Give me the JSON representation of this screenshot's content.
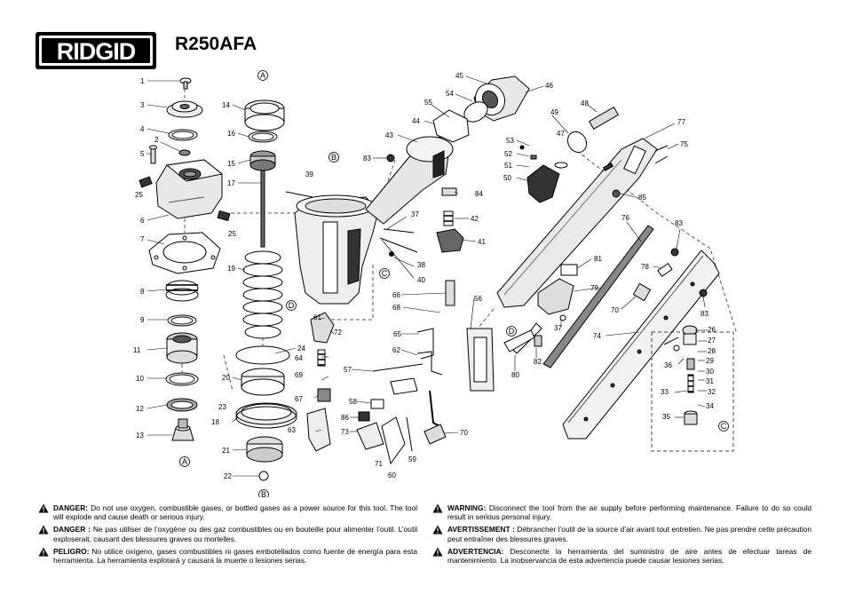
{
  "header": {
    "brand": "RIDGID",
    "model": "R250AFA"
  },
  "part_labels": {
    "p1": "1",
    "p2": "2",
    "p3": "3",
    "p4": "4",
    "p5": "5",
    "p6": "6",
    "p7": "7",
    "p8": "8",
    "p9": "9",
    "p10": "10",
    "p11": "11",
    "p12": "12",
    "p13": "13",
    "p14": "14",
    "p15": "15",
    "p16": "16",
    "p17": "17",
    "p18": "18",
    "p19": "19",
    "p20": "20",
    "p21": "21",
    "p22": "22",
    "p23": "23",
    "p24": "24",
    "p25a": "25",
    "p25b": "25",
    "p26": "26",
    "p27": "27",
    "p28": "28",
    "p29": "29",
    "p30": "30",
    "p31": "31",
    "p32": "32",
    "p33": "33",
    "p34": "34",
    "p35": "35",
    "p36": "36",
    "p37a": "37",
    "p37b": "37",
    "p38": "38",
    "p39": "39",
    "p40": "40",
    "p41": "41",
    "p42": "42",
    "p43": "43",
    "p44": "44",
    "p45": "45",
    "p46": "46",
    "p47": "47",
    "p48": "48",
    "p49": "49",
    "p50": "50",
    "p51": "51",
    "p52": "52",
    "p53": "53",
    "p54": "54",
    "p55": "55",
    "p56": "56",
    "p57": "57",
    "p58": "58",
    "p59": "59",
    "p60": "60",
    "p61": "61",
    "p62": "62",
    "p63": "63",
    "p64": "64",
    "p65": "65",
    "p66": "66",
    "p67": "67",
    "p68": "68",
    "p69": "69",
    "p70a": "70",
    "p70b": "70",
    "p71": "71",
    "p72": "72",
    "p73": "73",
    "p74": "74",
    "p75": "75",
    "p76": "76",
    "p77": "77",
    "p78": "78",
    "p79": "79",
    "p80": "80",
    "p81": "81",
    "p82": "82",
    "p83a": "83",
    "p83b": "83",
    "p83c": "83",
    "p84": "84",
    "p85": "85",
    "p86": "86"
  },
  "callouts": {
    "A_top": "A",
    "A_bottom": "A",
    "B_top": "B",
    "B_bottom": "B",
    "C_left": "C",
    "C_box": "C",
    "D_left": "D",
    "D_right": "D"
  },
  "warnings": {
    "left": [
      {
        "title": "DANGER:",
        "text": " Do not use oxygen, combustible gases, or bottled gases as a power source for this tool. The tool will explode and cause death or serious injury."
      },
      {
        "title": "DANGER :",
        "text": " Ne pas utiliser de l’oxygène ou des gaz combustibles ou en bouteille pour alimenter l’outil. L’outil exploserait, causant des blessures graves ou mortelles."
      },
      {
        "title": "PELIGRO:",
        "text": " No utilice oxígeno, gases combustibles ni gases embotellados como fuente de energía para esta herramienta. La herramienta explotará y causará la muerte o lesiones serias."
      }
    ],
    "right": [
      {
        "title": "WARNING:",
        "text": " Disconnect the tool from the air supply before performing maintenance. Failure to do so could result in serious personal injury."
      },
      {
        "title": "AVERTISSEMENT :",
        "text": " Débrancher l’outil de la source d’air avant tout entretien. Ne pas prendre cette précaution peut entraîner des blessures graves."
      },
      {
        "title": "ADVERTENCIA:",
        "text": " Desconecte la herramienta del suministro de aire antes de efectuar tareas de mantenimiento. La inobservancia de esta advertencia puede causar lesiones serias."
      }
    ]
  }
}
